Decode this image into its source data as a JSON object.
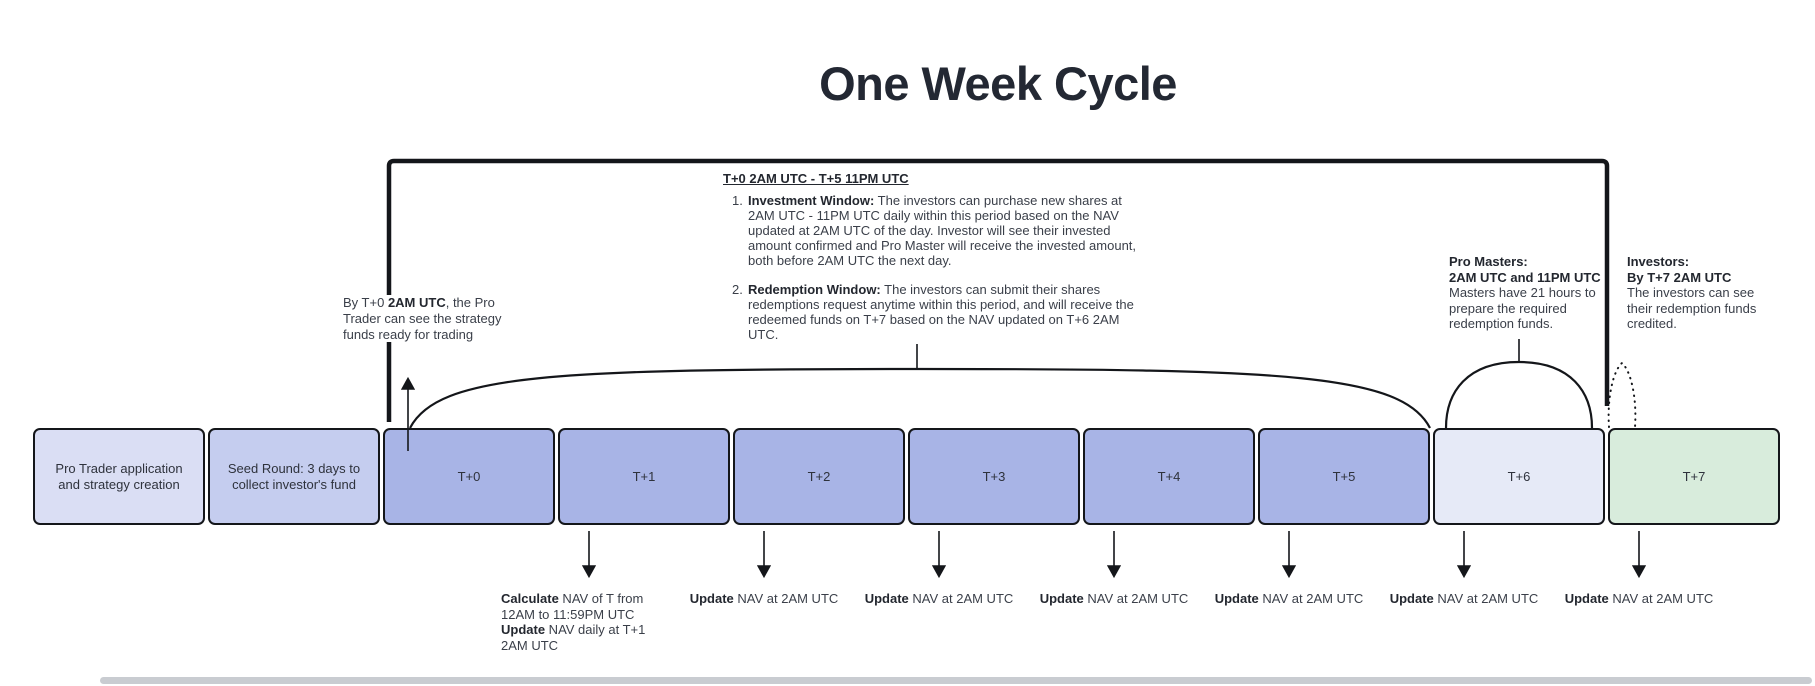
{
  "title": "One Week Cycle",
  "window_note": {
    "heading": "T+0 2AM UTC - T+5 11PM UTC",
    "items": [
      {
        "num": "1.",
        "label": "Investment Window:",
        "text": " The investors can purchase new shares at 2AM UTC - 11PM UTC daily within this period based on the NAV updated at 2AM UTC of the day. Investor will see their invested amount confirmed and Pro Master will receive the invested amount, both before 2AM UTC the next day."
      },
      {
        "num": "2.",
        "label": "Redemption Window:",
        "text": " The investors can submit their shares redemptions request anytime within this period, and will receive the redeemed funds on T+7 based on the NAV updated on T+6 2AM UTC."
      }
    ]
  },
  "pro_trader_note": {
    "parts": [
      {
        "t": "By T+0 "
      },
      {
        "t": "2AM UTC",
        "bold": true
      },
      {
        "t": ", the Pro Trader can see the strategy funds ready for trading"
      }
    ]
  },
  "pro_masters_note": {
    "title": "Pro Masters:",
    "schedule": "2AM UTC and 11PM UTC",
    "body": "Masters have 21 hours to prepare the required redemption funds."
  },
  "investors_note": {
    "title": "Investors:",
    "schedule": "By T+7 2AM UTC",
    "body": "The investors can see their redemption funds credited."
  },
  "timeline": {
    "boxes": [
      {
        "label": "Pro Trader application and strategy creation",
        "color": "#dadef4"
      },
      {
        "label": "Seed Round: 3 days  to collect investor's fund",
        "color": "#c5cdef"
      },
      {
        "label": "T+0",
        "color": "#a8b4e6"
      },
      {
        "label": "T+1",
        "color": "#a8b4e6"
      },
      {
        "label": "T+2",
        "color": "#a8b4e6"
      },
      {
        "label": "T+3",
        "color": "#a8b4e6"
      },
      {
        "label": "T+4",
        "color": "#a8b4e6"
      },
      {
        "label": "T+5",
        "color": "#a8b4e6"
      },
      {
        "label": "T+6",
        "color": "#e6eaf7"
      },
      {
        "label": "T+7",
        "color": "#d8ecdc"
      }
    ]
  },
  "nav_annotations": {
    "calculate": {
      "parts": [
        {
          "t": "Calculate",
          "bold": true
        },
        {
          "t": " NAV of T from 12AM to 11:59PM UTC "
        },
        {
          "t": "Update",
          "bold": true
        },
        {
          "t": " NAV daily at T+1 2AM UTC"
        }
      ]
    },
    "update": {
      "parts": [
        {
          "t": "Update",
          "bold": true
        },
        {
          "t": " NAV at 2AM UTC"
        }
      ]
    }
  },
  "colors": {
    "stroke": "#14161a",
    "body_text": "#3a3f49",
    "bold_text": "#23272f",
    "title_text": "#232833",
    "box_blue": "#a8b4e6",
    "box_light_blue": "#e6eaf7",
    "box_green": "#d8ecdc",
    "scrollbar": "#c9ccd1"
  }
}
